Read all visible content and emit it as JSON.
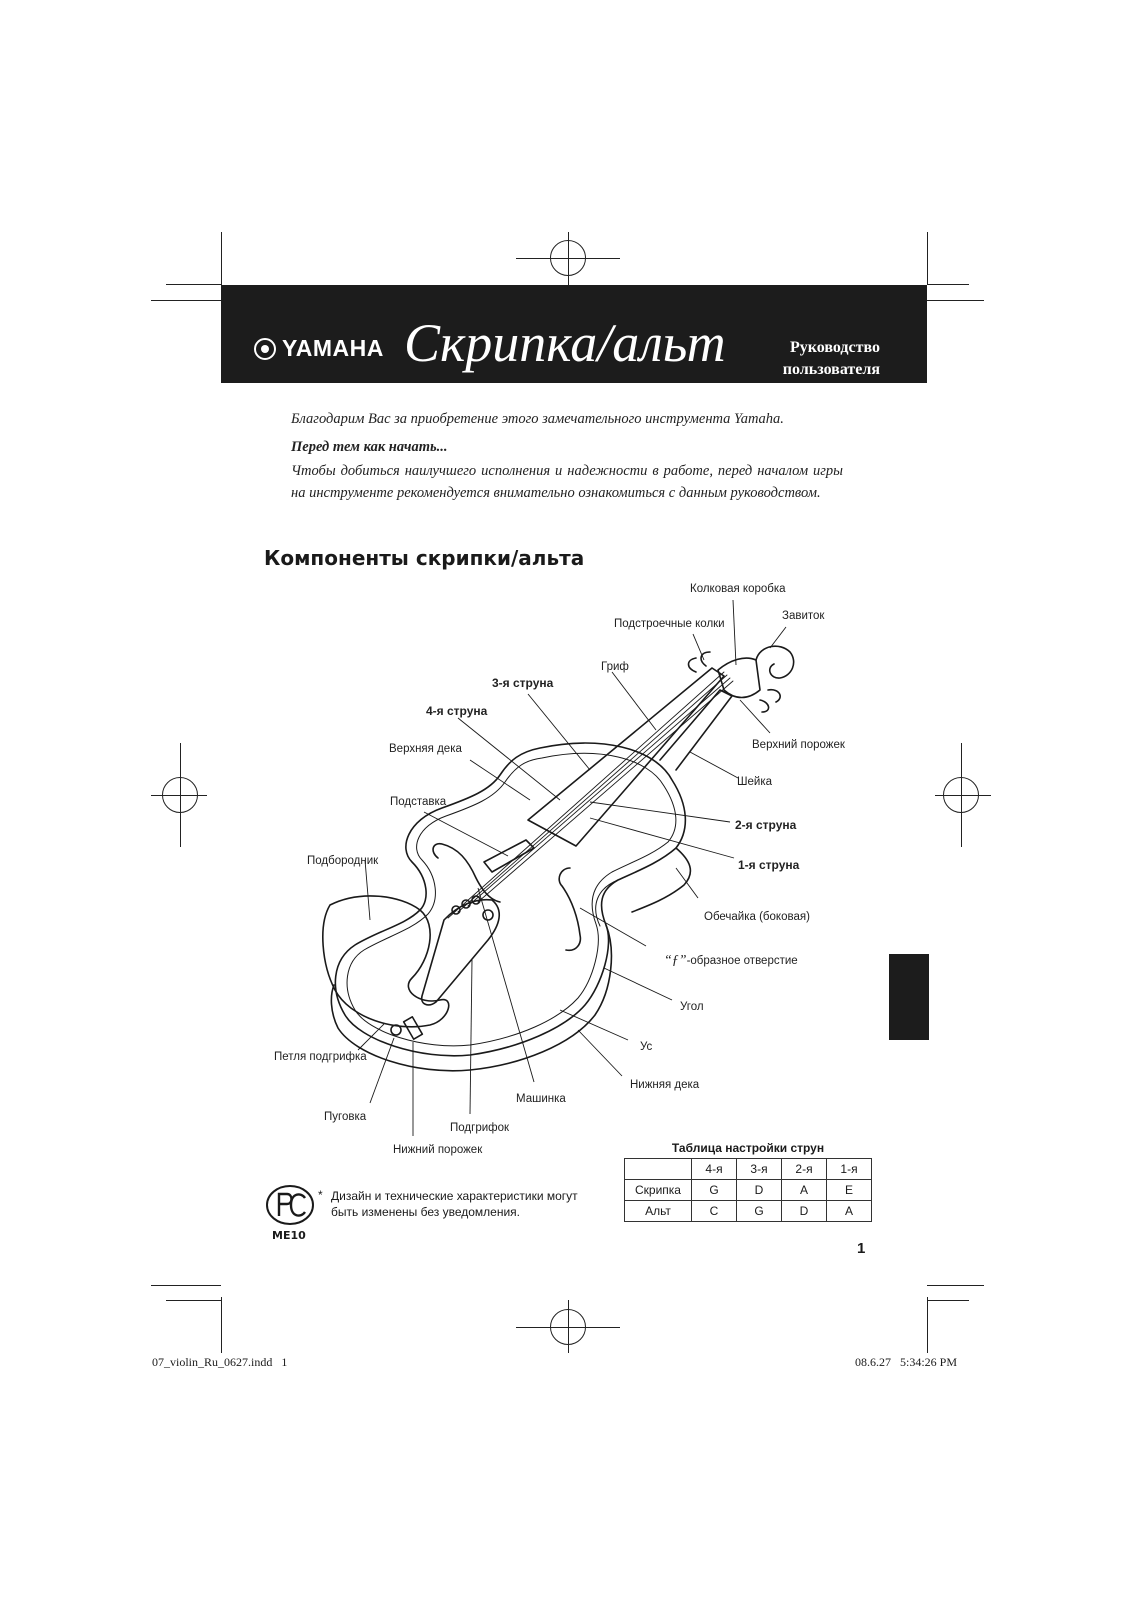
{
  "header": {
    "brand": "YAMAHA",
    "title": "Скрипка/альт",
    "subtitle_line1": "Руководство",
    "subtitle_line2": "пользователя"
  },
  "intro": {
    "thanks": "Благодарим Вас за приобретение этого замечательного инструмента Yamaha.",
    "heading": "Перед тем как начать...",
    "body": "Чтобы добиться наилучшего исполнения и надежности в работе, перед началом игры на инструменте рекомендуется внимательно ознакомиться с данным руководством."
  },
  "section_title": "Компоненты скрипки/альта",
  "labels": {
    "pegbox": "Колковая коробка",
    "scroll": "Завиток",
    "pegs": "Подстроечные колки",
    "fingerboard": "Гриф",
    "string3": "3-я струна",
    "string4": "4-я струна",
    "nut": "Верхний порожек",
    "top_plate": "Верхняя дека",
    "neck": "Шейка",
    "bridge": "Подставка",
    "string2": "2-я струна",
    "string1": "1-я струна",
    "chinrest": "Подбородник",
    "ribs": "Обечайка (боковая)",
    "f_hole_f": "“ƒ”",
    "f_hole": "-образное отверстие",
    "corner": "Угол",
    "purfling": "Ус",
    "back_plate": "Нижняя дека",
    "tailpiece_loop": "Петля подгрифка",
    "fine_tuner": "Машинка",
    "end_button": "Пуговка",
    "tailpiece": "Подгрифок",
    "saddle": "Нижний порожек"
  },
  "tuning": {
    "title": "Таблица настройки струн",
    "headers": [
      "",
      "4-я",
      "3-я",
      "2-я",
      "1-я"
    ],
    "rows": [
      [
        "Скрипка",
        "G",
        "D",
        "A",
        "E"
      ],
      [
        "Альт",
        "C",
        "G",
        "D",
        "A"
      ]
    ]
  },
  "footer": {
    "certification_code": "ME10",
    "disclaimer_star": "*",
    "disclaimer": "Дизайн и технические характеристики могут быть изменены без уведомления.",
    "page_number": "1",
    "slug_file": "07_violin_Ru_0627.indd   1",
    "slug_date": "08.6.27   5:34:26 PM"
  },
  "colors": {
    "bar": "#1c1c1c",
    "ink": "#1a1a1a",
    "paper": "#ffffff"
  },
  "icons": [
    "yamaha-emblem-icon",
    "pct-certification-icon",
    "registration-mark-icon"
  ]
}
